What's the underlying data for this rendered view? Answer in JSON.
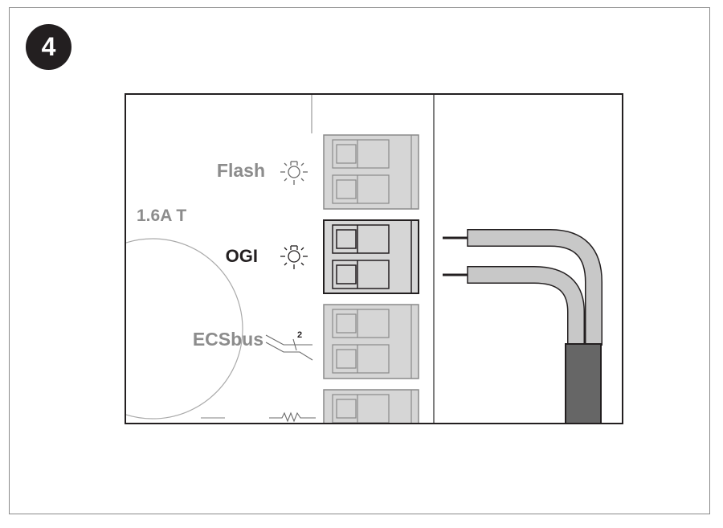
{
  "step_number": "4",
  "labels": {
    "flash": "Flash",
    "fuse": "1.6A T",
    "ogi": "OGI",
    "ecsbus": "ECSbus",
    "ecsbus_pins": "2"
  },
  "colors": {
    "badge_bg": "#231f20",
    "label_gray": "#8c8c8c",
    "label_dark": "#231f20",
    "terminal_fill": "#d6d6d6",
    "cable_jacket": "#666666",
    "wire_insulation": "#c8c8c8"
  },
  "icons": [
    "lamp-icon",
    "lamp-icon",
    "bus-connection-icon",
    "resistor-icon"
  ]
}
